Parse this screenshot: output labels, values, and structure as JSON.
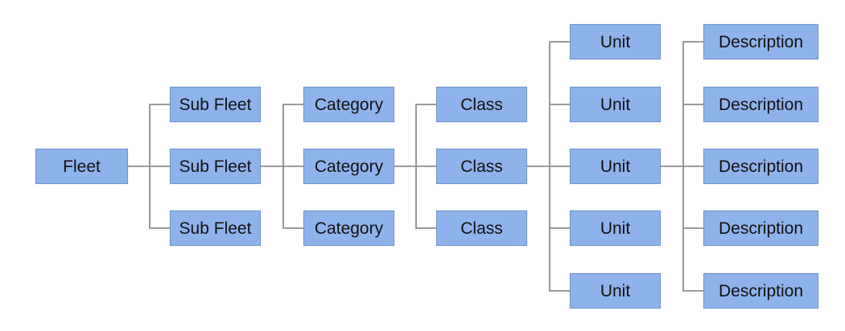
{
  "hierarchy": {
    "fleet": "Fleet",
    "sub_fleets": [
      "Sub Fleet",
      "Sub Fleet",
      "Sub Fleet"
    ],
    "categories": [
      "Category",
      "Category",
      "Category"
    ],
    "classes": [
      "Class",
      "Class",
      "Class"
    ],
    "units": [
      "Unit",
      "Unit",
      "Unit",
      "Unit",
      "Unit"
    ],
    "descriptions": [
      "Description",
      "Description",
      "Description",
      "Description",
      "Description"
    ]
  },
  "colors": {
    "node_fill": "#8eb3ea",
    "node_border": "#6f94cf",
    "connector": "#8d8d8d",
    "text": "#111111"
  }
}
